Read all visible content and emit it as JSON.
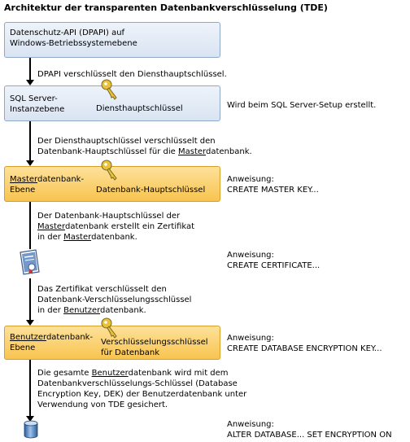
{
  "title": "Architektur der transparenten Datenbankverschlüsselung (TDE)",
  "boxes": {
    "dpapi": {
      "line1": "Datenschutz-API (DPAPI) auf",
      "line2": "Windows-Betriebssystemebene"
    },
    "sql": {
      "line1": "SQL Server-",
      "line2": "Instanzebene",
      "key_label": "Diensthauptschlüssel"
    },
    "master": {
      "line1_u": "Master",
      "line1_rest": "datenbank-",
      "line2": "Ebene",
      "key_label": "Datenbank-Hauptschlüssel"
    },
    "user": {
      "line1_u": "Benutzer",
      "line1_rest": "datenbank-",
      "line2": "Ebene",
      "key_label_1": "Verschlüsselungsschlüssel",
      "key_label_2": "für Datenbank"
    }
  },
  "steps": {
    "s1": "DPAPI verschlüsselt den Diensthauptschlüssel.",
    "s2_line1": "Der Diensthauptschlüssel verschlüsselt den",
    "s2_line2_a": "Datenbank-Hauptschlüssel für die ",
    "s2_line2_u": "Master",
    "s2_line2_b": "datenbank.",
    "s3_line1": "Der Datenbank-Hauptschlüssel der",
    "s3_line2_u": "Master",
    "s3_line2_b": "datenbank erstellt ein Zertifikat",
    "s3_line3_a": "in der ",
    "s3_line3_u": "Master",
    "s3_line3_b": "datenbank.",
    "s4_line1": "Das Zertifikat verschlüsselt den",
    "s4_line2": "Datenbank-Verschlüsselungsschlüssel",
    "s4_line3_a": "in der ",
    "s4_line3_u": "Benutzer",
    "s4_line3_b": "datenbank.",
    "s5_line1_a": "Die gesamte ",
    "s5_line1_u": "Benutzer",
    "s5_line1_b": "datenbank wird mit dem",
    "s5_line2": "Datenbankverschlüsselungs-Schlüssel (Database",
    "s5_line3": "Encryption Key, DEK) der Benutzerdatenbank unter",
    "s5_line4": "Verwendung von TDE gesichert."
  },
  "side_notes": {
    "setup": "Wird beim SQL Server-Setup erstellt.",
    "n1_label": "Anweisung:",
    "n1_stmt": "CREATE MASTER KEY...",
    "n2_label": "Anweisung:",
    "n2_stmt": "CREATE CERTIFICATE...",
    "n3_label": "Anweisung:",
    "n3_stmt": "CREATE DATABASE ENCRYPTION KEY...",
    "n4_label": "Anweisung:",
    "n4_stmt": "ALTER DATABASE... SET ENCRYPTION ON"
  },
  "icons": [
    "key-icon",
    "key-icon",
    "key-icon",
    "certificate-icon",
    "database-icon"
  ],
  "colors": {
    "blue_box": "#dde7f3",
    "orange_box": "#f8c44f",
    "key": "#e8c33a"
  }
}
